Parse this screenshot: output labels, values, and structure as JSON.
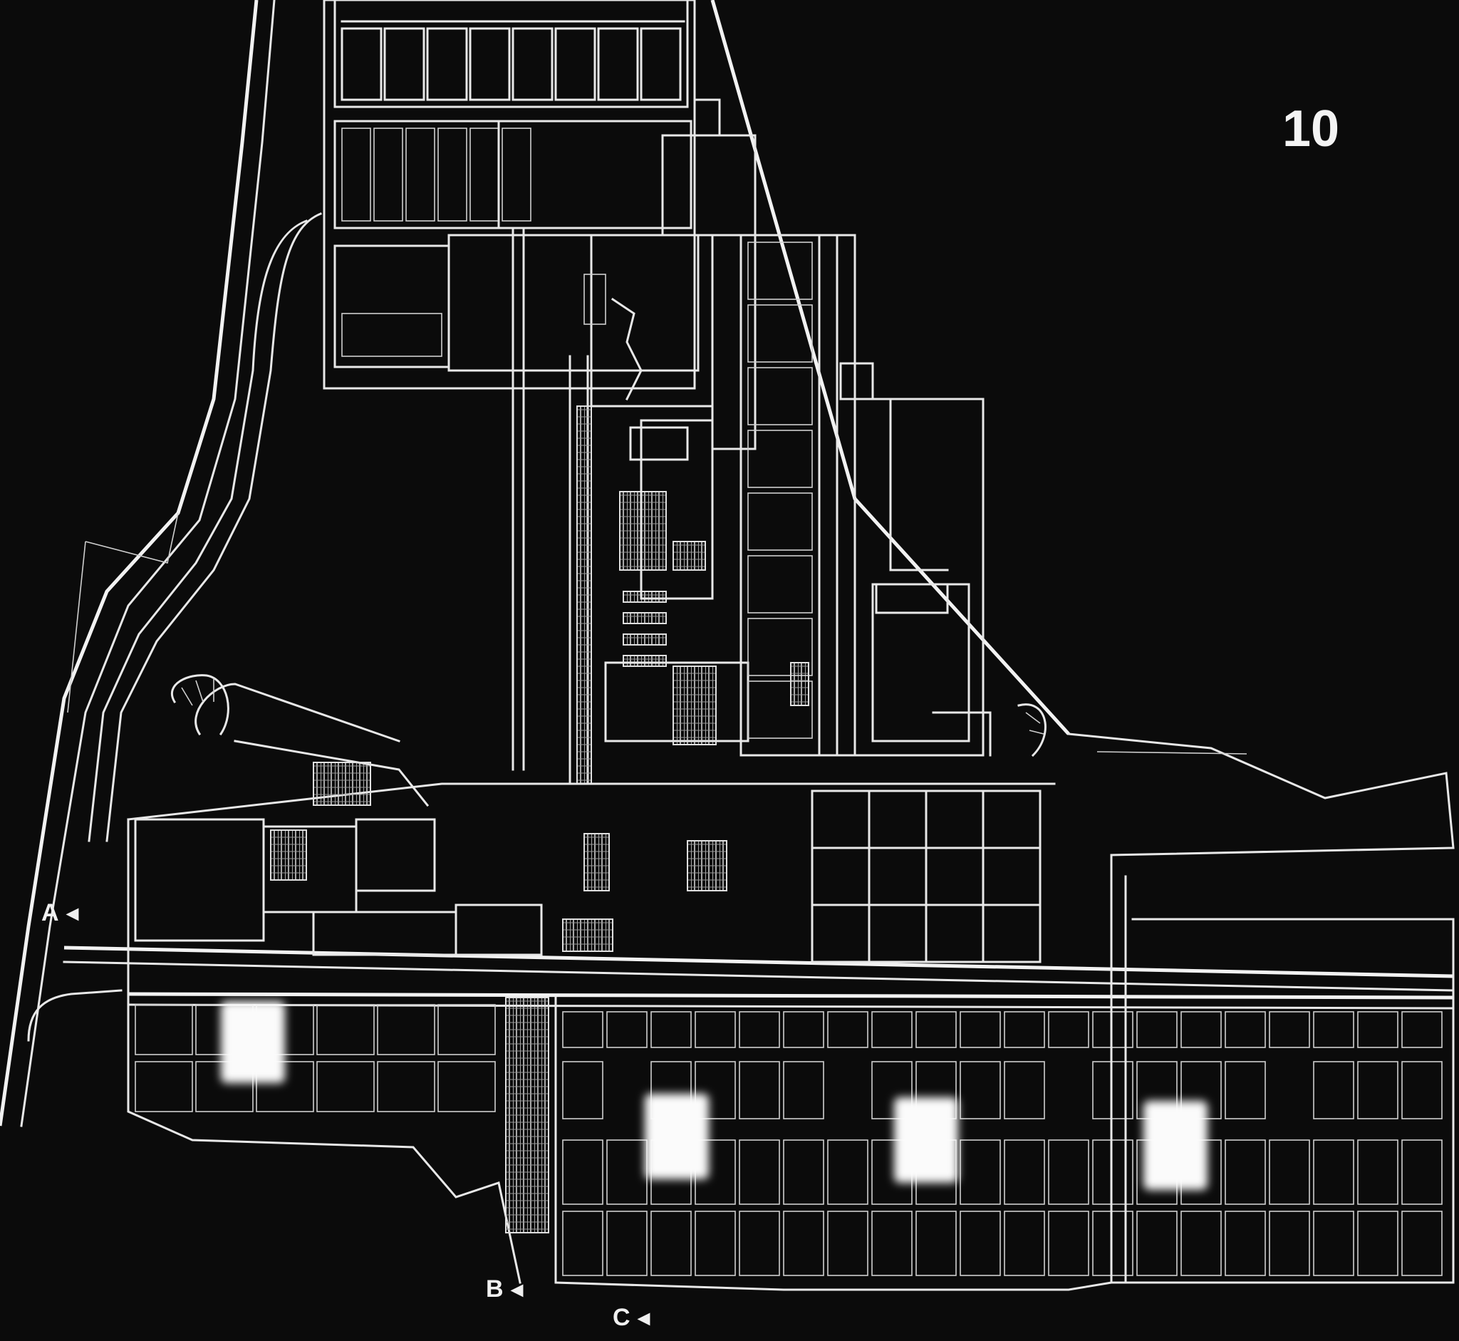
{
  "sheet": {
    "number": "10"
  },
  "section_markers": [
    {
      "id": "A",
      "label": "A"
    },
    {
      "id": "B",
      "label": "B"
    },
    {
      "id": "C",
      "label": "C"
    }
  ],
  "colors": {
    "background": "#0b0b0b",
    "linework": "#e8e8e8",
    "courtyard_glow": "#fbfbfb"
  }
}
